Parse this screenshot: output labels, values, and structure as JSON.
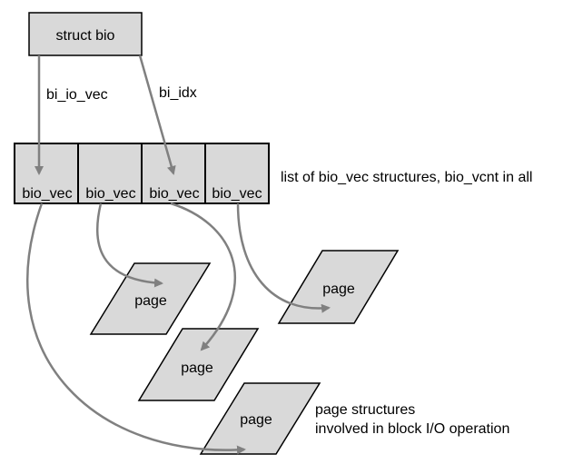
{
  "struct_bio": {
    "label": "struct bio"
  },
  "edges": {
    "bi_io_vec": "bi_io_vec",
    "bi_idx": "bi_idx"
  },
  "bio_vec_array": {
    "cells": [
      "bio_vec",
      "bio_vec",
      "bio_vec",
      "bio_vec"
    ],
    "caption": "list of bio_vec structures, bio_vcnt in all"
  },
  "pages": {
    "labels": [
      "page",
      "page",
      "page",
      "page"
    ],
    "caption_line1": "page structures",
    "caption_line2": "involved in block I/O operation"
  },
  "colors": {
    "box_fill": "#d9d9d9",
    "arrow": "#808080",
    "outline": "#000000"
  }
}
